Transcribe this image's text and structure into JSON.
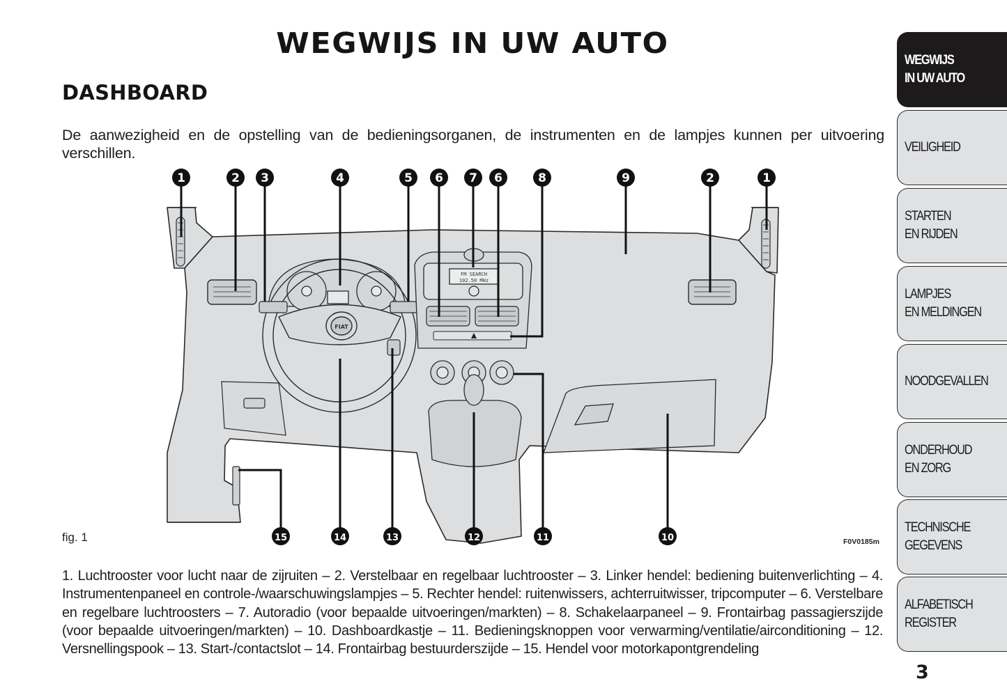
{
  "header": {
    "title": "WEGWIJS IN UW AUTO",
    "section_title": "DASHBOARD"
  },
  "intro_text": "De aanwezigheid en de opstelling van de bedieningsorganen, de instrumenten en de lampjes kunnen per uitvoering verschillen.",
  "figure": {
    "label": "fig. 1",
    "code": "F0V0185m",
    "radio_display": {
      "line1": "FM  SEARCH",
      "line2": "102.50  MHz"
    },
    "brand_badge": "FIAT",
    "callouts_top": [
      "1",
      "2",
      "3",
      "4",
      "5",
      "6",
      "7",
      "6",
      "8",
      "9",
      "2",
      "1"
    ],
    "callouts_bottom": [
      "15",
      "14",
      "13",
      "12",
      "11",
      "10"
    ]
  },
  "legend_text": "1. Luchtrooster voor lucht naar de zijruiten – 2. Verstelbaar en regelbaar luchtrooster – 3. Linker hendel: bediening buitenverlichting – 4. Instrumentenpaneel en controle-/waarschuwingslampjes – 5. Rechter hendel: ruitenwissers, achterruitwisser, tripcomputer – 6. Verstelbare en regelbare luchtroosters – 7. Autoradio (voor bepaalde uitvoeringen/markten) – 8. Schakelaarpaneel – 9. Frontairbag passagierszijde (voor bepaalde uitvoeringen/markten) – 10. Dashboardkastje – 11. Bedieningsknoppen voor verwarming/ventilatie/airconditioning – 12. Versnellingspook – 13. Start-/contactslot – 14. Frontairbag bestuurderszijde – 15. Hendel voor motorkapontgrendeling",
  "sidebar": {
    "tabs": [
      {
        "line1": "WEGWIJS",
        "line2": "IN UW AUTO",
        "active": true
      },
      {
        "line1": "VEILIGHEID",
        "line2": "",
        "active": false
      },
      {
        "line1": "STARTEN",
        "line2": "EN RIJDEN",
        "active": false
      },
      {
        "line1": "LAMPJES",
        "line2": "EN MELDINGEN",
        "active": false
      },
      {
        "line1": "NOODGEVALLEN",
        "line2": "",
        "active": false
      },
      {
        "line1": "ONDERHOUD",
        "line2": "EN ZORG",
        "active": false
      },
      {
        "line1": "TECHNISCHE",
        "line2": "GEGEVENS",
        "active": false
      },
      {
        "line1": "ALFABETISCH",
        "line2": "REGISTER",
        "active": false
      }
    ]
  },
  "page_number": "3",
  "colors": {
    "active_tab": "#1d1a1b",
    "inactive_tab": "#dfe1e3",
    "diagram_fill": "#dcdee0"
  }
}
